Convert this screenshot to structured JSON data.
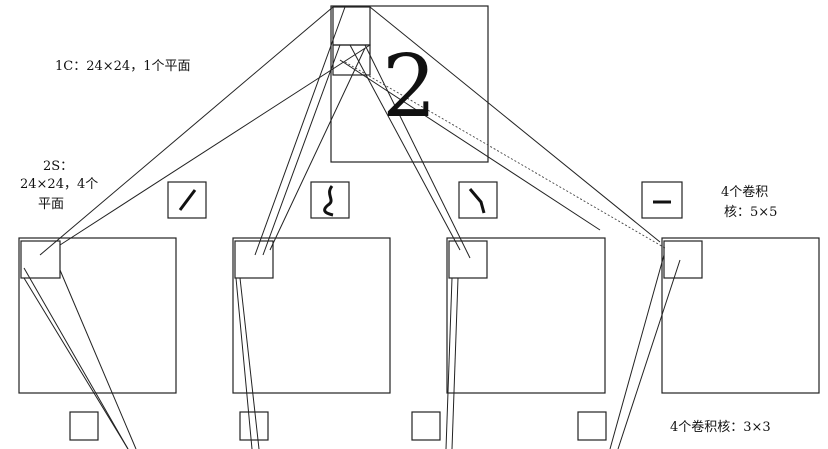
{
  "labels": {
    "layer1": "1C：24×24，1个平面",
    "layer2_line1": "2S：",
    "layer2_line2": "24×24，4个",
    "layer2_line3": "平面",
    "kernels5_line1": "4个卷积",
    "kernels5_line2": "核：5×5",
    "kernels3": "4个卷积核：3×3"
  },
  "input_digit": "2",
  "kernel_icons": [
    "diagonal-stroke-icon",
    "s-curve-stroke-icon",
    "bent-stroke-icon",
    "horizontal-stroke-icon"
  ]
}
